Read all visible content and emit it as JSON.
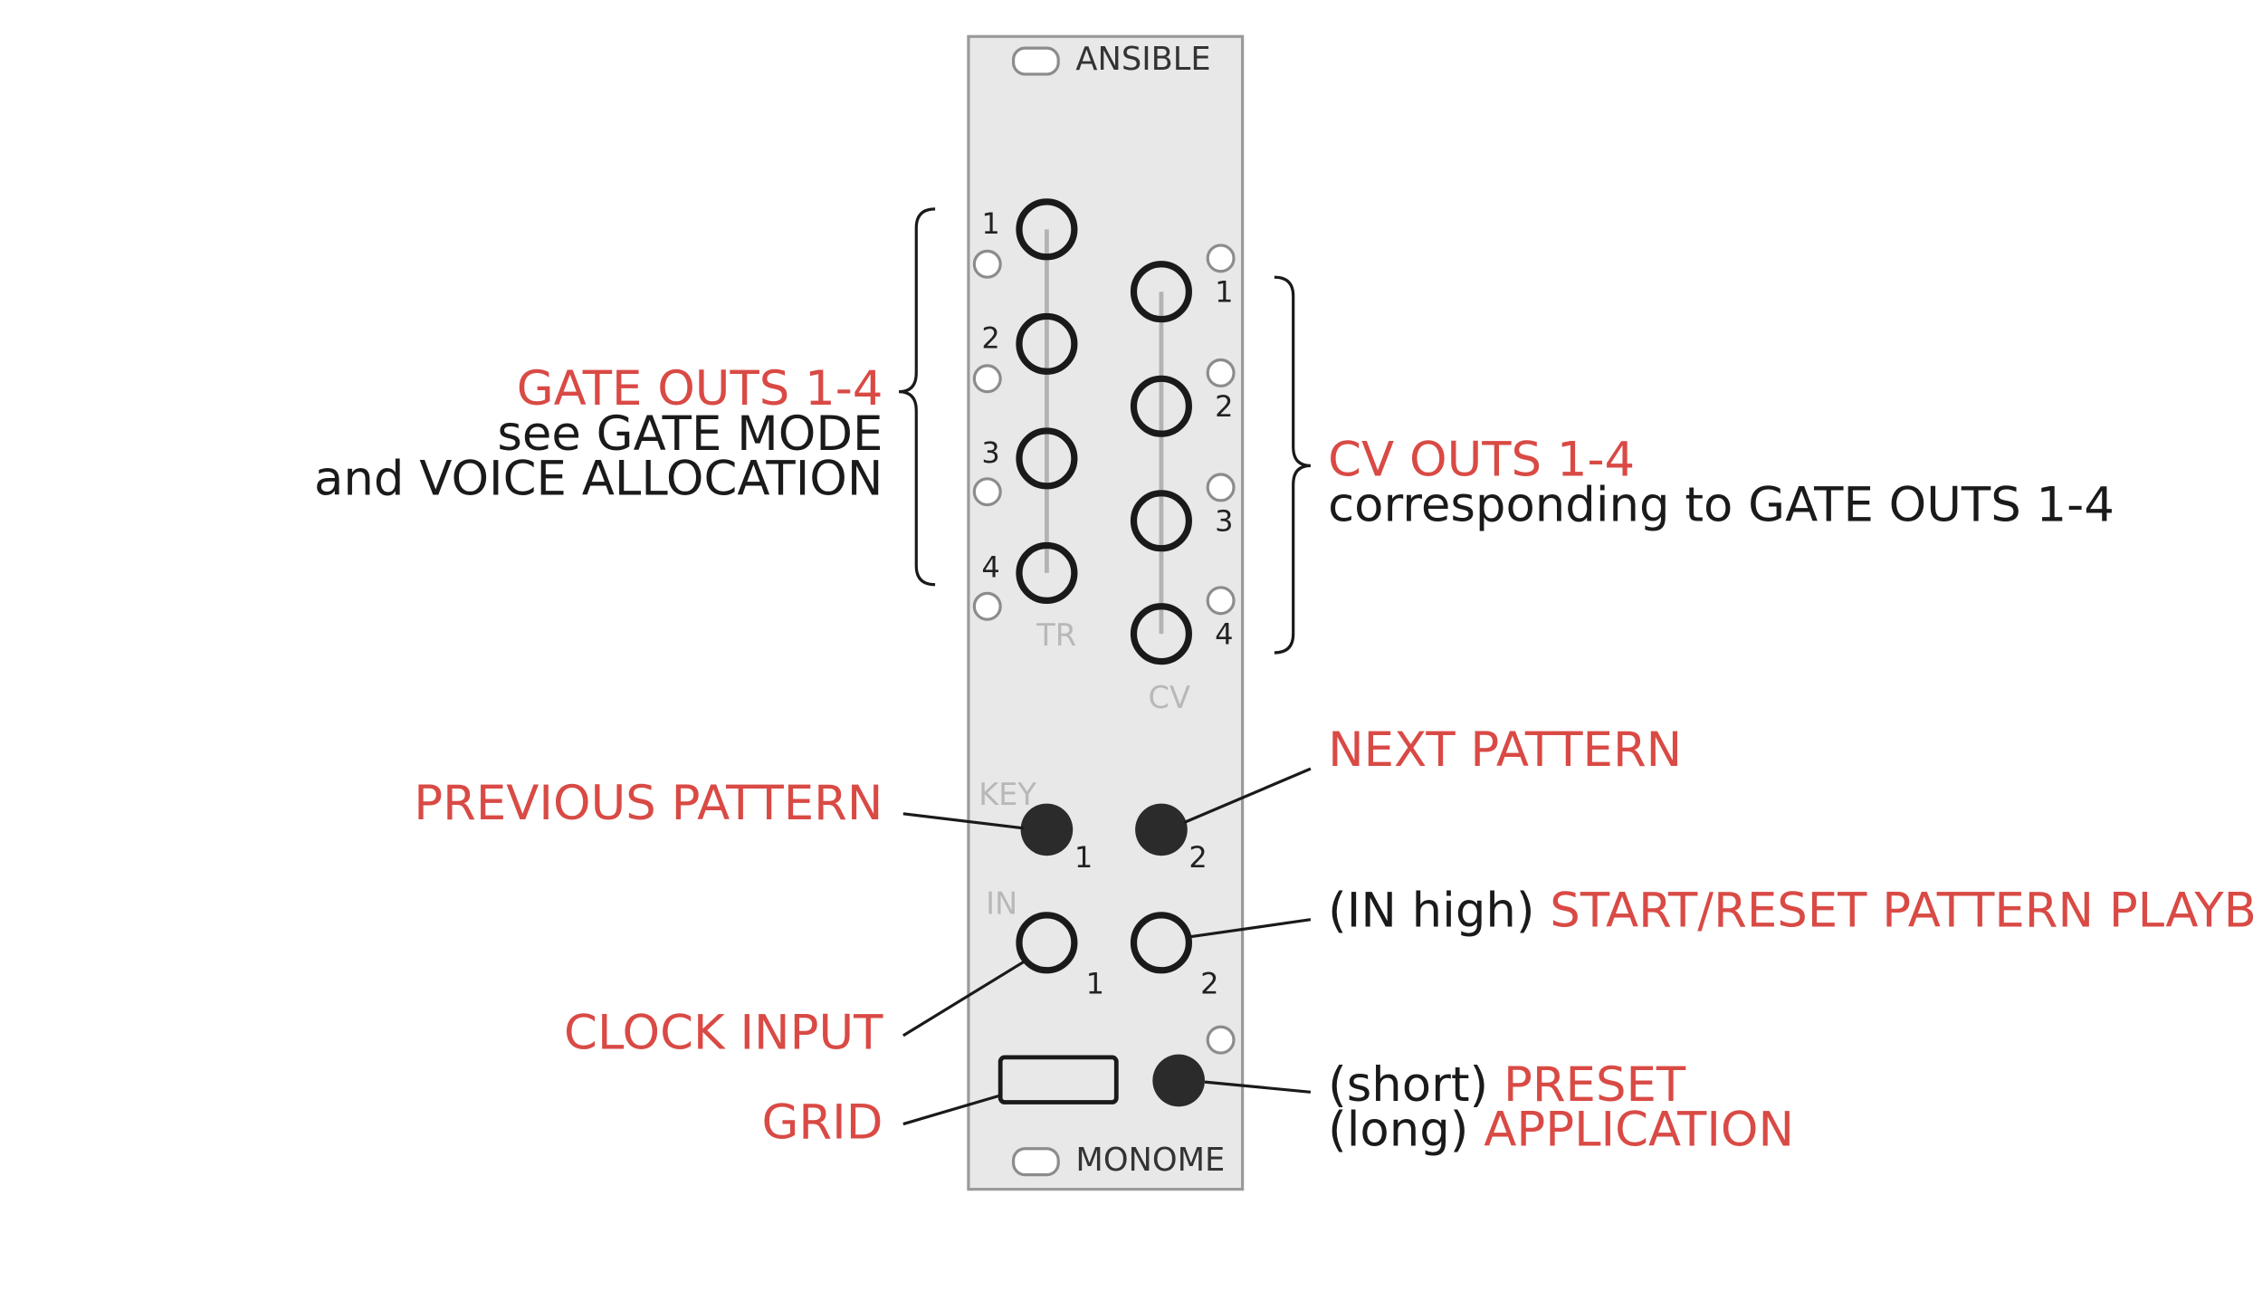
{
  "panel": {
    "top_label": "ANSIBLE",
    "bottom_label": "MONOME",
    "tr_label": "TR",
    "cv_label": "CV",
    "key_label": "KEY",
    "in_label": "IN",
    "tr_numbers": [
      "1",
      "2",
      "3",
      "4"
    ],
    "cv_numbers": [
      "1",
      "2",
      "3",
      "4"
    ],
    "key_numbers": [
      "1",
      "2"
    ],
    "in_numbers": [
      "1",
      "2"
    ]
  },
  "annotations": {
    "gate_outs": {
      "title": "GATE OUTS 1-4",
      "line2": "see GATE MODE",
      "line3": "and VOICE ALLOCATION"
    },
    "cv_outs": {
      "title": "CV OUTS 1-4",
      "line2": "corresponding to GATE OUTS 1-4"
    },
    "previous_pattern": "PREVIOUS PATTERN",
    "next_pattern": "NEXT PATTERN",
    "in2": {
      "prefix": "(IN high) ",
      "text": "START/RESET PATTERN PLAYBACK"
    },
    "clock_input": "CLOCK INPUT",
    "grid": "GRID",
    "preset": {
      "prefix": "(short) ",
      "text": "PRESET"
    },
    "application": {
      "prefix": "(long) ",
      "text": "APPLICATION"
    }
  },
  "colors": {
    "accent_red": "#d94a45",
    "panel_fill": "#e8e8e8",
    "panel_border": "#9a9a9a",
    "text_dark": "#1a1a1a"
  }
}
